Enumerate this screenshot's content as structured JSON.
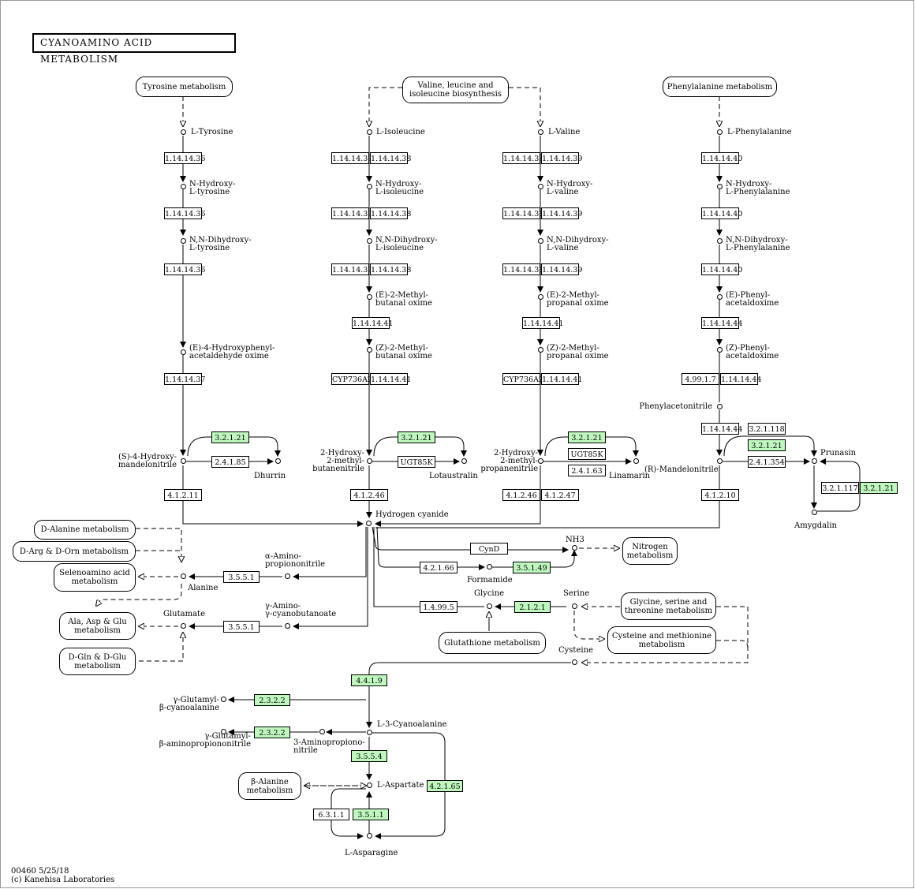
{
  "title": "CYANOAMINO ACID METABOLISM",
  "footer": {
    "id_date": "00460 5/25/18",
    "copyright": "(c) Kanehisa Laboratories"
  },
  "colors": {
    "enzyme_present": "#bff7bf",
    "border": "#000000"
  },
  "pathways": {
    "tyrosine": "Tyrosine metabolism",
    "valine": "Valine, leucine and\nisoleucine biosynthesis",
    "phenylalanine": "Phenylalanine metabolism",
    "d_alanine": "D-Alanine metabolism",
    "d_arg": "D-Arg & D-Orn metabolism",
    "selenoamino": "Selenoamino acid\nmetabolism",
    "ala_asp_glu": "Ala, Asp & Glu\nmetabolism",
    "d_gln": "D-Gln & D-Glu\nmetabolism",
    "nitrogen": "Nitrogen\nmetabolism",
    "gly_ser": "Glycine, serine and\nthreonine metabolism",
    "cys_met": "Cysteine and methionine\nmetabolism",
    "glutathione": "Glutathione metabolism",
    "beta_alanine": "β-Alanine\nmetabolism"
  },
  "compounds": {
    "l_tyrosine": "L-Tyrosine",
    "n_hydroxy_tyr": "N-Hydroxy-\nL-tyrosine",
    "nn_dihydroxy_tyr": "N,N-Dihydroxy-\nL-tyrosine",
    "e4_hydroxyphenyl": "(E)-4-Hydroxyphenyl-\nacetaldehyde oxime",
    "s4_hydroxy": "(S)-4-Hydroxy-\nmandelonitrile",
    "dhurrin": "Dhurrin",
    "l_isoleucine": "L-Isoleucine",
    "n_hydroxy_ile": "N-Hydroxy-\nL-isoleucine",
    "nn_dihydroxy_ile": "N,N-Dihydroxy-\nL-isoleucine",
    "e2_methyl_butanal": "(E)-2-Methyl-\nbutanal oxime",
    "z2_methyl_butanal": "(Z)-2-Methyl-\nbutanal oxime",
    "hydroxy_butanenitrile": "2-Hydroxy-\n2-methyl-\nbutanenitrile",
    "lotaustralin": "Lotaustralin",
    "l_valine": "L-Valine",
    "n_hydroxy_val": "N-Hydroxy-\nL-valine",
    "nn_dihydroxy_val": "N,N-Dihydroxy-\nL-valine",
    "e2_methyl_propanal": "(E)-2-Methyl-\npropanal oxime",
    "z2_methyl_propanal": "(Z)-2-Methyl-\npropanal oxime",
    "hydroxy_propanenitrile": "2-Hydroxy-\n2-methyl-\npropanenitrile",
    "linamarin": "Linamarin",
    "l_phenylalanine": "L-Phenylalanine",
    "n_hydroxy_phe": "N-Hydroxy-\nL-Phenylalanine",
    "nn_dihydroxy_phe": "N,N-Dihydroxy-\nL-Phenylalanine",
    "e_phenyl": "(E)-Phenyl-\nacetaldoxime",
    "z_phenyl": "(Z)-Phenyl-\nacetaldoxime",
    "phenylacetonitrile": "Phenylacetonitrile",
    "r_mandelonitrile": "(R)-Mandelonitrile",
    "prunasin": "Prunasin",
    "amygdalin": "Amygdalin",
    "hydrogen_cyanide": "Hydrogen cyanide",
    "nh3": "NH3",
    "formamide": "Formamide",
    "alpha_amino": "α-Amino-\npropiononitrile",
    "alanine": "Alanine",
    "gamma_amino": "γ-Amino-\nγ-cyanobutanoate",
    "glutamate": "Glutamate",
    "glycine": "Glycine",
    "serine": "Serine",
    "cysteine": "Cysteine",
    "gamma_glutamyl_cyano": "γ-Glutamyl-\nβ-cyanoalanine",
    "gamma_glutamyl_amino": "γ-Glutamyl-\nβ-aminopropiononitrile",
    "l3_cyanoalanine": "L-3-Cyanoalanine",
    "amino_propiononitrile": "3-Aminopropiono-\nnitrile",
    "l_aspartate": "L-Aspartate",
    "l_asparagine": "L-Asparagine"
  },
  "enzymes": {
    "tyr1": "1.14.14.36",
    "tyr2": "1.14.14.36",
    "tyr3": "1.14.14.36",
    "tyr4": "1.14.14.37",
    "ile1a": "1.14.14.39",
    "ile1b": "1.14.14.38",
    "ile2a": "1.14.14.39",
    "ile2b": "1.14.14.38",
    "ile3a": "1.14.14.39",
    "ile3b": "1.14.14.38",
    "ile4": "1.14.14.41",
    "ile5a": "CYP736A2",
    "ile5b": "1.14.14.41",
    "val1a": "1.14.14.38",
    "val1b": "1.14.14.39",
    "val2a": "1.14.14.38",
    "val2b": "1.14.14.39",
    "val3a": "1.14.14.38",
    "val3b": "1.14.14.39",
    "val4": "1.14.14.41",
    "val5a": "CYP736A2",
    "val5b": "1.14.14.41",
    "phe1": "1.14.14.40",
    "phe2": "1.14.14.40",
    "phe3": "1.14.14.40",
    "phe4": "1.14.14.44",
    "phe5a": "4.99.1.7",
    "phe5b": "1.14.14.44",
    "phe6": "1.14.14.44",
    "glu_dhurrin": "3.2.1.21",
    "dhurrin_syn": "2.4.1.85",
    "hnl_tyr": "4.1.2.11",
    "glu_lot": "3.2.1.21",
    "ugt_lot": "UGT85K",
    "hnl_ile": "4.1.2.46",
    "glu_lin": "3.2.1.21",
    "ugt_lin": "UGT85K",
    "ugt_lin2": "2.4.1.63",
    "hnl_val_a": "4.1.2.46",
    "hnl_val_b": "4.1.2.47",
    "glu_pru": "3.2.1.118",
    "glu_pru2": "3.2.1.21",
    "pru_syn": "2.4.1.354",
    "hnl_phe": "4.1.2.10",
    "amy1": "3.2.1.117",
    "amy2": "3.2.1.21",
    "cynd": "CynD",
    "formamide_hyd": "4.2.1.66",
    "formamidase": "3.5.1.49",
    "nitrilase_ala": "3.5.5.1",
    "nitrilase_glu": "3.5.5.1",
    "gly_ox": "1.4.99.5",
    "shmt": "2.1.2.1",
    "cas": "4.4.1.9",
    "ggt1": "2.3.2.2",
    "ggt2": "2.3.2.2",
    "nit4": "3.5.5.4",
    "nit_hyd": "4.2.1.65",
    "asns": "6.3.1.1",
    "aspg": "3.5.1.1"
  }
}
